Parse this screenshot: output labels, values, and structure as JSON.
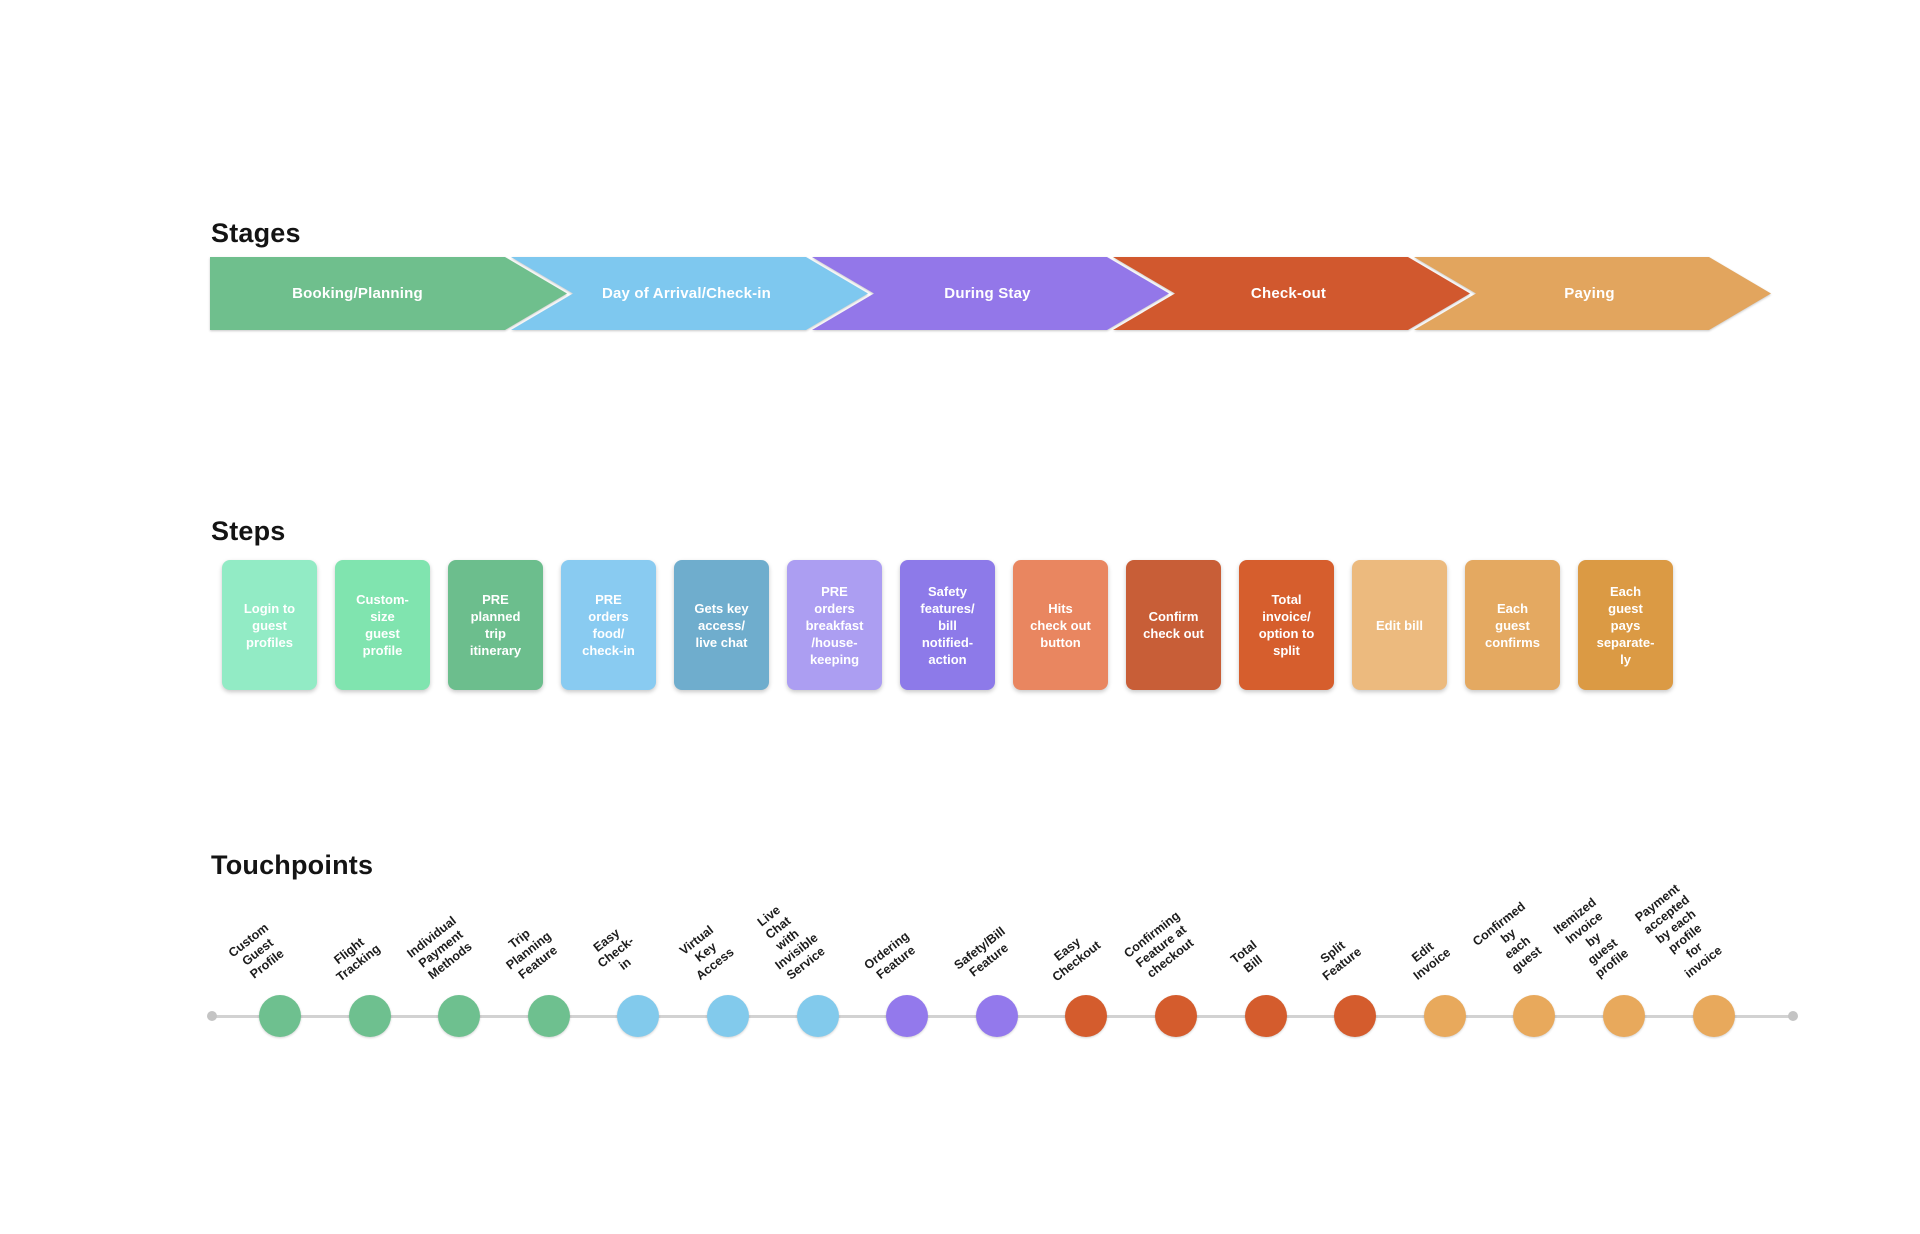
{
  "stages": {
    "title": "Stages",
    "arrows": [
      {
        "label": "Booking/Planning",
        "color": "#6FBF8D"
      },
      {
        "label": "Day of Arrival/Check-in",
        "color": "#7EC8EF"
      },
      {
        "label": "During Stay",
        "color": "#9377E9"
      },
      {
        "label": "Check-out",
        "color": "#D1582E"
      },
      {
        "label": "Paying",
        "color": "#E2A55E"
      }
    ]
  },
  "steps": {
    "title": "Steps",
    "cards": [
      {
        "text": "Login to\nguest\nprofiles",
        "color": "#92EBC5"
      },
      {
        "text": "Custom-\nsize\nguest\nprofile",
        "color": "#80E4AF"
      },
      {
        "text": "PRE\nplanned\ntrip\nitinerary",
        "color": "#6CBE8D"
      },
      {
        "text": "PRE\norders\nfood/\ncheck-in",
        "color": "#89CBF1"
      },
      {
        "text": "Gets key\naccess/\nlive chat",
        "color": "#6FADCD"
      },
      {
        "text": "PRE\norders\nbreakfast\n/house-\nkeeping",
        "color": "#AC9EF2"
      },
      {
        "text": "Safety\nfeatures/\nbill\nnotified-\naction",
        "color": "#8D7AE9"
      },
      {
        "text": "Hits\ncheck out\nbutton",
        "color": "#E98660"
      },
      {
        "text": "Confirm\ncheck out",
        "color": "#C85E37"
      },
      {
        "text": "Total\ninvoice/\noption to\nsplit",
        "color": "#D65E2D"
      },
      {
        "text": "Edit bill",
        "color": "#ECBA7E"
      },
      {
        "text": "Each\nguest\nconfirms",
        "color": "#E4A961"
      },
      {
        "text": "Each\nguest\npays\nseparate-\nly",
        "color": "#DB9A44"
      }
    ]
  },
  "touchpoints": {
    "title": "Touchpoints",
    "items": [
      {
        "label": "Custom Guest\nProfile",
        "color": "#6EC08F"
      },
      {
        "label": "Flight Tracking",
        "color": "#6EC08F"
      },
      {
        "label": "Individual\nPayment\nMethods",
        "color": "#6EC08F"
      },
      {
        "label": "Trip Planning\nFeature",
        "color": "#6EC08F"
      },
      {
        "label": "Easy Check-in",
        "color": "#82CAEC"
      },
      {
        "label": "Virtual Key\nAccess",
        "color": "#82CAEC"
      },
      {
        "label": "Live Chat with\nInvisible Service",
        "color": "#82CAEC"
      },
      {
        "label": "Ordering Feature",
        "color": "#9379EC"
      },
      {
        "label": "Safety/Bill\nFeature",
        "color": "#9379EC"
      },
      {
        "label": "Easy Checkout",
        "color": "#D45C2D"
      },
      {
        "label": "Confirming\nFeature at\ncheckout",
        "color": "#D45C2D"
      },
      {
        "label": "Total Bill",
        "color": "#D45C2D"
      },
      {
        "label": "Split Feature",
        "color": "#D45C2D"
      },
      {
        "label": "Edit Invoice",
        "color": "#E8A95C"
      },
      {
        "label": "Confirmed by\neach guest",
        "color": "#E8A95C"
      },
      {
        "label": "Itemized Invoice\nby guest profile",
        "color": "#E8A95C"
      },
      {
        "label": "Payment\naccepted by each\nprofile for invoice",
        "color": "#E8A95C"
      }
    ]
  }
}
